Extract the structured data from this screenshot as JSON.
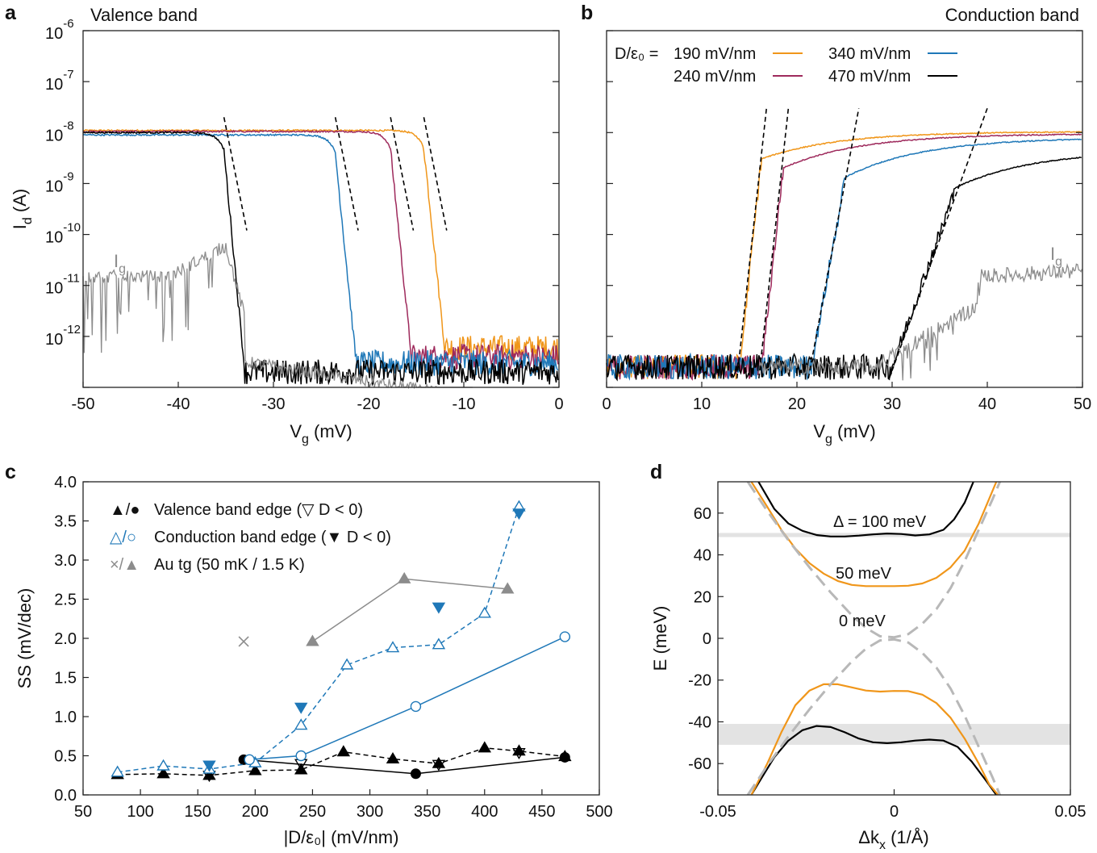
{
  "colors": {
    "orange": "#f0961a",
    "magenta": "#9e2a5c",
    "blue": "#1f78b8",
    "black": "#000000",
    "gray": "#8c8c8c",
    "lightgray": "#b8b8b8",
    "band": "#e3e3e3"
  },
  "chart_data": [
    {
      "panel": "a",
      "type": "line",
      "title": "Valence band",
      "xlabel": "V_g (mV)",
      "ylabel": "I_d (A)",
      "yscale": "log",
      "xlim": [
        -50,
        0
      ],
      "ylim": [
        1e-13,
        1e-06
      ],
      "xticks": [
        "-50",
        "-40",
        "-30",
        "-20",
        "-10",
        "0"
      ],
      "yticks": [
        "10^-6",
        "10^-7",
        "10^-8",
        "10^-9",
        "10^-10",
        "10^-11",
        "10^-12"
      ],
      "annotation": "I_g",
      "series": [
        {
          "color": "orange",
          "plateau": 1.1e-08,
          "edge": -12.0,
          "floor": 6e-13
        },
        {
          "color": "magenta",
          "plateau": 1.05e-08,
          "edge": -15.5,
          "floor": 4e-13
        },
        {
          "color": "blue",
          "plateau": 9e-09,
          "edge": -21.3,
          "floor": 3e-13
        },
        {
          "color": "black",
          "plateau": 1e-08,
          "edge": -33.0,
          "floor": 2e-13
        },
        {
          "color": "gray",
          "role": "I_g",
          "level": 1.5e-11,
          "peak": 6e-11,
          "peak_x": -35.0,
          "fall": -33.0
        }
      ]
    },
    {
      "panel": "b",
      "type": "line",
      "title": "Conduction band",
      "xlabel": "V_g (mV)",
      "yscale": "log",
      "xlim": [
        0,
        50
      ],
      "ylim": [
        1e-13,
        1e-06
      ],
      "xticks": [
        "0",
        "10",
        "20",
        "30",
        "40",
        "50"
      ],
      "annotation": "I_g",
      "legend_prefix": "D/ε₀ =",
      "series": [
        {
          "name": "190 mV/nm",
          "color": "orange",
          "onset": 14.0,
          "shoulder": 3e-09,
          "end": 1.05e-08
        },
        {
          "name": "240 mV/nm",
          "color": "magenta",
          "onset": 16.3,
          "shoulder": 2e-09,
          "end": 9.5e-09
        },
        {
          "name": "340 mV/nm",
          "color": "blue",
          "onset": 21.5,
          "shoulder": 1.3e-09,
          "end": 8e-09
        },
        {
          "name": "470 mV/nm",
          "color": "black",
          "onset": 30.0,
          "shoulder": 8e-10,
          "end": 4.5e-09
        },
        {
          "color": "gray",
          "role": "I_g",
          "level": 1.5e-11
        }
      ]
    },
    {
      "panel": "c",
      "type": "scatter",
      "xlabel": "|D/ε₀| (mV/nm)",
      "ylabel": "SS (mV/dec)",
      "xlim": [
        50,
        500
      ],
      "ylim": [
        0,
        4.0
      ],
      "xticks": [
        "50",
        "100",
        "150",
        "200",
        "250",
        "300",
        "350",
        "400",
        "450",
        "500"
      ],
      "yticks": [
        "0.0",
        "0.5",
        "1.0",
        "1.5",
        "2.0",
        "2.5",
        "3.0",
        "3.5",
        "4.0"
      ],
      "legend": [
        {
          "symbols": "▲/●",
          "label": "Valence band edge (▽ D < 0)"
        },
        {
          "symbols": "△/○",
          "label": "Conduction band edge (▼ D < 0)"
        },
        {
          "symbols": "×/▲",
          "label": "Au tg (50 mK / 1.5 K)"
        }
      ],
      "series": [
        {
          "name": "Valence band edge (▲)",
          "color": "black",
          "marker": "tri-filled",
          "line": "dashed",
          "x": [
            80,
            120,
            160,
            200,
            240,
            277,
            320,
            360,
            400,
            430,
            470
          ],
          "y": [
            0.26,
            0.27,
            0.25,
            0.31,
            0.32,
            0.55,
            0.46,
            0.4,
            0.6,
            0.56,
            0.49
          ]
        },
        {
          "name": "Valence band edge (●)",
          "color": "black",
          "marker": "circle-filled",
          "line": "solid",
          "x": [
            190,
            340,
            470
          ],
          "y": [
            0.45,
            0.27,
            0.48
          ]
        },
        {
          "name": "Valence band edge, D < 0 (▽)",
          "color": "black",
          "marker": "tri-down-open",
          "line": "none",
          "x": [
            160,
            240,
            360,
            430
          ],
          "y": [
            0.25,
            0.4,
            0.39,
            0.54
          ]
        },
        {
          "name": "Conduction band edge (△)",
          "color": "blue",
          "marker": "tri-open",
          "line": "dashed",
          "x": [
            80,
            120,
            160,
            200,
            240,
            280,
            320,
            360,
            400,
            430
          ],
          "y": [
            0.29,
            0.37,
            0.33,
            0.41,
            0.89,
            1.66,
            1.88,
            1.92,
            2.32,
            3.68
          ]
        },
        {
          "name": "Conduction band edge (○)",
          "color": "blue",
          "marker": "circle-open",
          "line": "solid",
          "x": [
            195,
            240,
            340,
            470
          ],
          "y": [
            0.45,
            0.5,
            1.13,
            2.02
          ]
        },
        {
          "name": "Conduction band edge, D < 0 (▼)",
          "color": "blue",
          "marker": "tri-down-filled",
          "line": "none",
          "x": [
            160,
            240,
            360,
            430
          ],
          "y": [
            0.38,
            1.12,
            2.4,
            3.6
          ]
        },
        {
          "name": "Au tg 50 mK (×)",
          "color": "gray",
          "marker": "cross",
          "line": "none",
          "x": [
            190
          ],
          "y": [
            1.96
          ]
        },
        {
          "name": "Au tg 1.5 K (▲)",
          "color": "gray",
          "marker": "tri-filled",
          "line": "solid",
          "x": [
            250,
            330,
            420
          ],
          "y": [
            1.96,
            2.76,
            2.63
          ]
        }
      ]
    },
    {
      "panel": "d",
      "type": "line",
      "xlabel": "Δk_x (1/Å)",
      "ylabel": "E (meV)",
      "xlim": [
        -0.05,
        0.05
      ],
      "ylim": [
        -75,
        75
      ],
      "xticks": [
        "-0.05",
        "0",
        "0.05"
      ],
      "yticks": [
        "60",
        "40",
        "20",
        "0",
        "-20",
        "-40",
        "-60"
      ],
      "annotations": [
        "Δ = 100 meV",
        "50 meV",
        "0 meV"
      ],
      "bands": [
        {
          "color": "band",
          "from": 48.5,
          "to": 50.5
        },
        {
          "color": "band",
          "from": -51,
          "to": -41
        }
      ],
      "series": [
        {
          "name": "Δ = 100 meV",
          "color": "black",
          "x": [
            -0.0385,
            -0.034,
            -0.03,
            -0.026,
            -0.022,
            -0.018,
            -0.014,
            -0.01,
            -0.006,
            -0.002,
            0.002,
            0.006,
            0.01,
            0.014,
            0.017,
            0.02,
            0.0225
          ],
          "y": [
            75,
            62,
            55,
            51.5,
            49.5,
            48.8,
            48.8,
            49.2,
            49.8,
            50.2,
            50.0,
            49.3,
            49.8,
            52,
            57,
            65,
            75
          ]
        },
        {
          "name": "Δ = 100 meV (valence)",
          "color": "black",
          "x": [
            -0.0405,
            -0.038,
            -0.034,
            -0.03,
            -0.026,
            -0.022,
            -0.018,
            -0.014,
            -0.01,
            -0.006,
            -0.002,
            0.002,
            0.006,
            0.01,
            0.014,
            0.018,
            0.022,
            0.026,
            0.029
          ],
          "y": [
            -75,
            -68,
            -57,
            -49,
            -44,
            -42,
            -42.5,
            -45,
            -48,
            -49.8,
            -50.2,
            -49.8,
            -49,
            -48.5,
            -49,
            -52,
            -59,
            -68,
            -75
          ]
        },
        {
          "name": "50 meV",
          "color": "orange",
          "x": [
            -0.0405,
            -0.036,
            -0.032,
            -0.028,
            -0.024,
            -0.02,
            -0.016,
            -0.012,
            -0.008,
            -0.004,
            0.0,
            0.004,
            0.008,
            0.012,
            0.016,
            0.02,
            0.024,
            0.027,
            0.029
          ],
          "y": [
            75,
            63,
            52,
            43,
            36,
            31,
            27.5,
            25.6,
            25.0,
            25.0,
            25.0,
            25.2,
            26.3,
            29,
            34,
            42,
            55,
            67,
            75
          ]
        },
        {
          "name": "50 meV (valence)",
          "color": "orange",
          "x": [
            -0.0405,
            -0.036,
            -0.032,
            -0.028,
            -0.024,
            -0.02,
            -0.016,
            -0.012,
            -0.008,
            -0.004,
            0.0,
            0.004,
            0.008,
            0.012,
            0.016,
            0.02,
            0.024,
            0.027,
            0.0295
          ],
          "y": [
            -75,
            -60,
            -45,
            -32,
            -25,
            -22,
            -22,
            -23.5,
            -25,
            -25.5,
            -25.2,
            -25.3,
            -27,
            -31,
            -38,
            -48,
            -60,
            -70,
            -75
          ]
        },
        {
          "name": "0 meV",
          "color": "lightgray",
          "style": "dashed",
          "x": [
            -0.0415,
            -0.036,
            -0.03,
            -0.024,
            -0.018,
            -0.012,
            -0.008,
            -0.004,
            0.0,
            0.004,
            0.008,
            0.012,
            0.016,
            0.02,
            0.024,
            0.028,
            0.03
          ],
          "y": [
            75,
            61,
            47,
            34,
            22,
            11,
            5,
            1,
            0.5,
            2,
            7,
            14,
            24,
            37,
            52,
            67,
            75
          ]
        },
        {
          "name": "0 meV (valence)",
          "color": "lightgray",
          "style": "dashed",
          "x": [
            -0.0415,
            -0.036,
            -0.03,
            -0.024,
            -0.018,
            -0.012,
            -0.008,
            -0.004,
            0.0,
            0.004,
            0.008,
            0.012,
            0.016,
            0.02,
            0.024,
            0.028,
            0.03
          ],
          "y": [
            -75,
            -61,
            -47,
            -34,
            -22,
            -11,
            -5,
            -1,
            -0.5,
            -2,
            -7,
            -14,
            -24,
            -37,
            -52,
            -67,
            -75
          ]
        }
      ]
    }
  ]
}
